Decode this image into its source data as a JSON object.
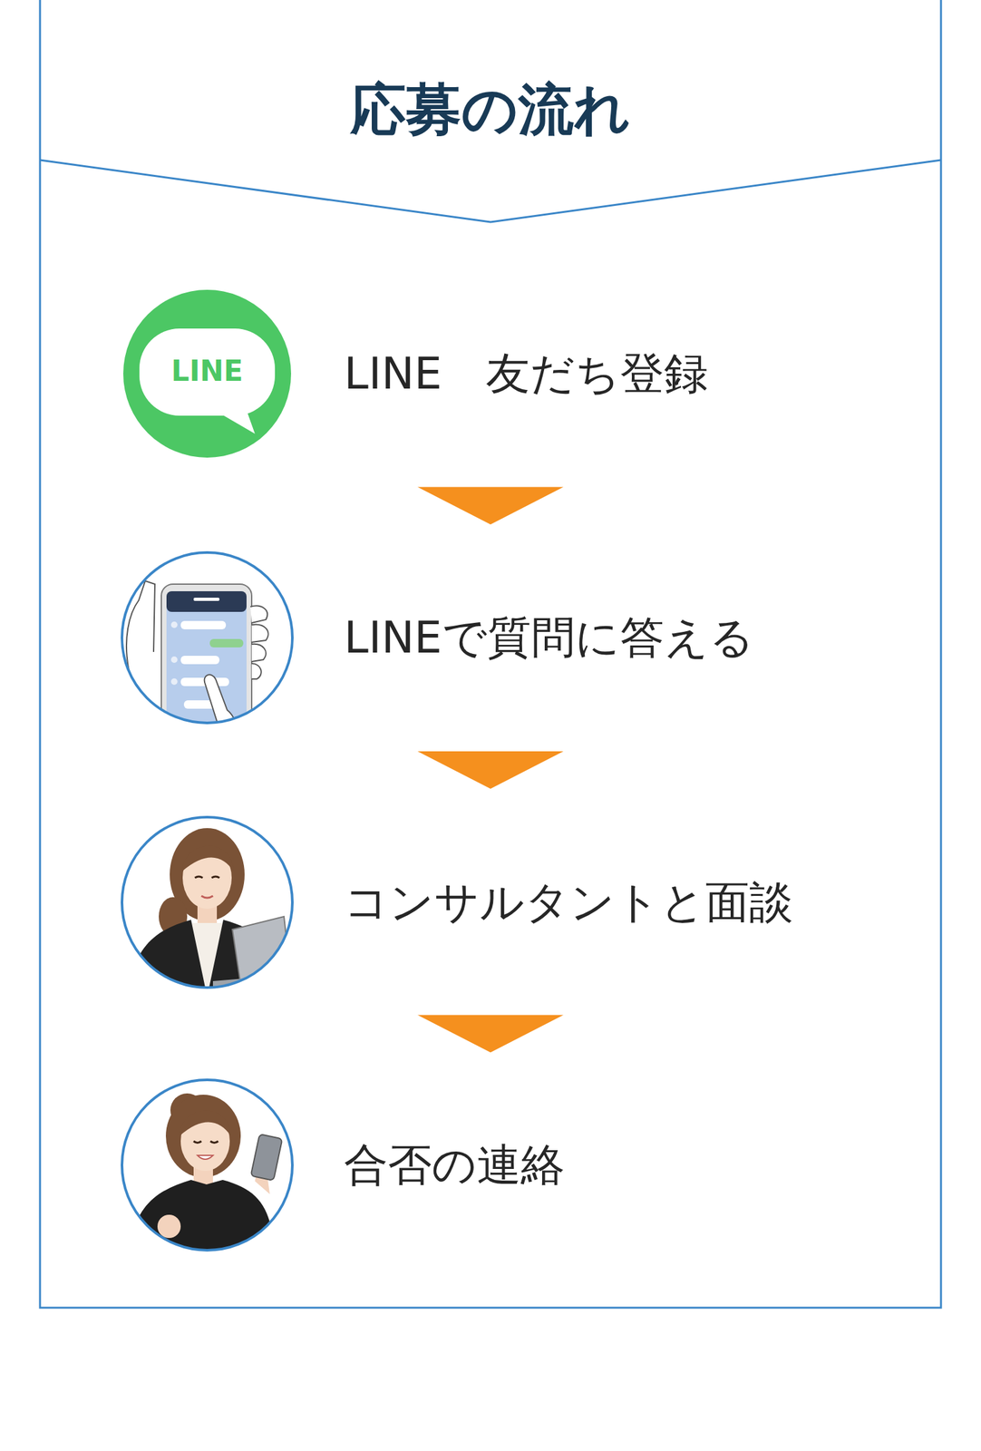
{
  "diagram": {
    "title": "応募の流れ",
    "nodes": [
      {
        "text": [
          "LINE",
          "LINE　友だち登録"
        ]
      },
      {
        "text": [
          "LINEで質問に答える"
        ]
      },
      {
        "text": [
          "コンサルタントと面談"
        ]
      },
      {
        "text": [
          "合否の連絡"
        ]
      }
    ],
    "edges": [
      {
        "from": 0,
        "to": 1,
        "arrow": "to"
      },
      {
        "from": 1,
        "to": 2,
        "arrow": "to"
      },
      {
        "from": 2,
        "to": 3,
        "arrow": "to"
      }
    ]
  }
}
